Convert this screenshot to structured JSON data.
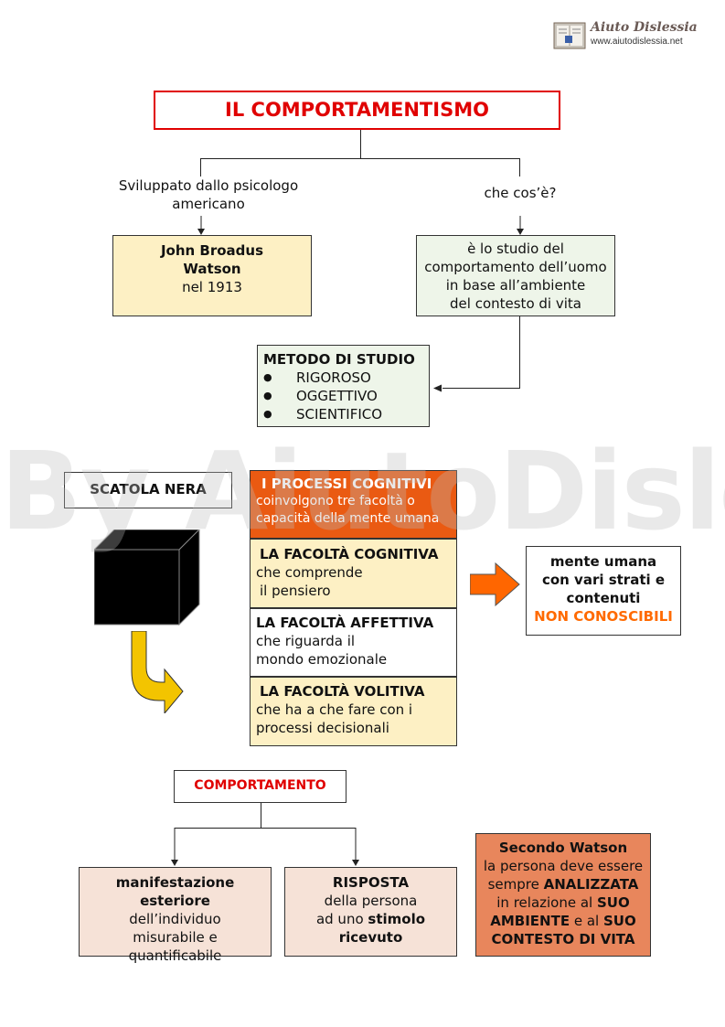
{
  "logo": {
    "title": "Aiuto Dislessia",
    "url": "www.aiutodislessia.net"
  },
  "watermark": "By AiutoDislessia.net",
  "title": "IL COMPORTAMENTISMO",
  "branch_left_label": "Sviluppato dallo psicologo americano",
  "branch_right_label": "che cos’è?",
  "watson_box": {
    "name_line1": "John Broadus",
    "name_line2": "Watson",
    "year": "nel 1913"
  },
  "definition_box": [
    "è lo studio  del",
    "comportamento dell’uomo",
    "in base all’ambiente",
    "del contesto di vita"
  ],
  "method_box": {
    "heading": "METODO DI STUDIO",
    "items": [
      "RIGOROSO",
      "OGGETTIVO",
      "SCIENTIFICO"
    ]
  },
  "black_box_label": "SCATOLA NERA",
  "processes": {
    "header_title": "I PROCESSI COGNITIVI",
    "header_text": "coinvolgono tre facoltà o capacità della mente umana",
    "cognitiva_title": "LA  FACOLTÀ  COGNITIVA",
    "cognitiva_text1": "che  comprende",
    "cognitiva_text2": "il  pensiero",
    "affettiva_title": "LA FACOLTÀ AFFETTIVA",
    "affettiva_text": "che riguarda il mondo emozionale",
    "volitiva_title": "LA FACOLTÀ VOLITIVA",
    "volitiva_text": "che ha a che fare con i processi decisionali"
  },
  "mind_box": {
    "line1": "mente umana",
    "line2": "con vari strati e",
    "line3": "contenuti",
    "highlight": "NON CONOSCIBILI"
  },
  "behaviour_label": "COMPORTAMENTO",
  "manifestation_box": {
    "title": "manifestazione esteriore",
    "line1": "dell’individuo",
    "line2": "misurabile e",
    "line3": "quantificabile"
  },
  "response_box": {
    "title": "RISPOSTA",
    "line1": "della persona",
    "line2_pre": "ad uno ",
    "line2_bold": "stimolo",
    "line3": "ricevuto"
  },
  "watson_note": {
    "title": "Secondo Watson",
    "line1": "la persona deve essere",
    "line2_pre": "sempre ",
    "line2_bold": "ANALIZZATA",
    "line3_pre": "in relazione al ",
    "line3_bold": "SUO",
    "line4_bold1": "AMBIENTE",
    "line4_mid": " e al ",
    "line4_bold2": "SUO",
    "line5_bold": "CONTESTO DI VITA"
  },
  "colors": {
    "title_red": "#e00000",
    "cream": "#fdf0c4",
    "pale_green": "#eef5e9",
    "orange_header": "#ea5a12",
    "orange_arrow": "#ff6600",
    "pink": "#f6e2d7",
    "salmon": "#e8865c",
    "yellow_arrow": "#f3c400"
  }
}
